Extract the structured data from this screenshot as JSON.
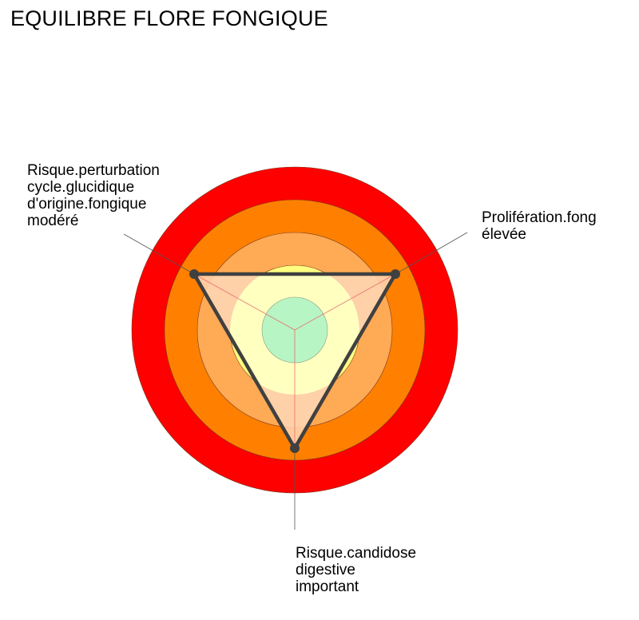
{
  "title": "EQUILIBRE FLORE FONGIQUE",
  "chart_data": {
    "type": "radar",
    "title": "EQUILIBRE FLORE FONGIQUE",
    "axes": [
      {
        "name": "Risque.perturbation cycle.glucidique d'origine.fongique",
        "level": "modéré",
        "label_lines": [
          "Risque.perturbation",
          "cycle.glucidique",
          "d'origine.fongique",
          "modéré"
        ]
      },
      {
        "name": "Prolifération.fong",
        "level": "élevée",
        "label_lines": [
          "Prolifération.fong",
          "élevée"
        ]
      },
      {
        "name": "Risque.candidose digestive",
        "level": "important",
        "label_lines": [
          "Risque.candidose",
          "digestive",
          "important"
        ]
      }
    ],
    "values": [
      3.5,
      3.5,
      3.6
    ],
    "scale": {
      "min": 0,
      "max": 5,
      "rings": 5
    },
    "ring_colors": [
      "#b8f5c4",
      "#ffffc0",
      "#ffaa55",
      "#ff8000",
      "#ff0000"
    ],
    "polygon_fill": "#ffd5b0",
    "polygon_stroke": "#404040",
    "grid": true,
    "legend": "none"
  },
  "labels": {
    "left": "Risque.perturbation\ncycle.glucidique\nd'origine.fongique\nmodéré",
    "right": "Prolifération.fong\nélevée",
    "bottom": "Risque.candidose\ndigestive\nimportant"
  }
}
